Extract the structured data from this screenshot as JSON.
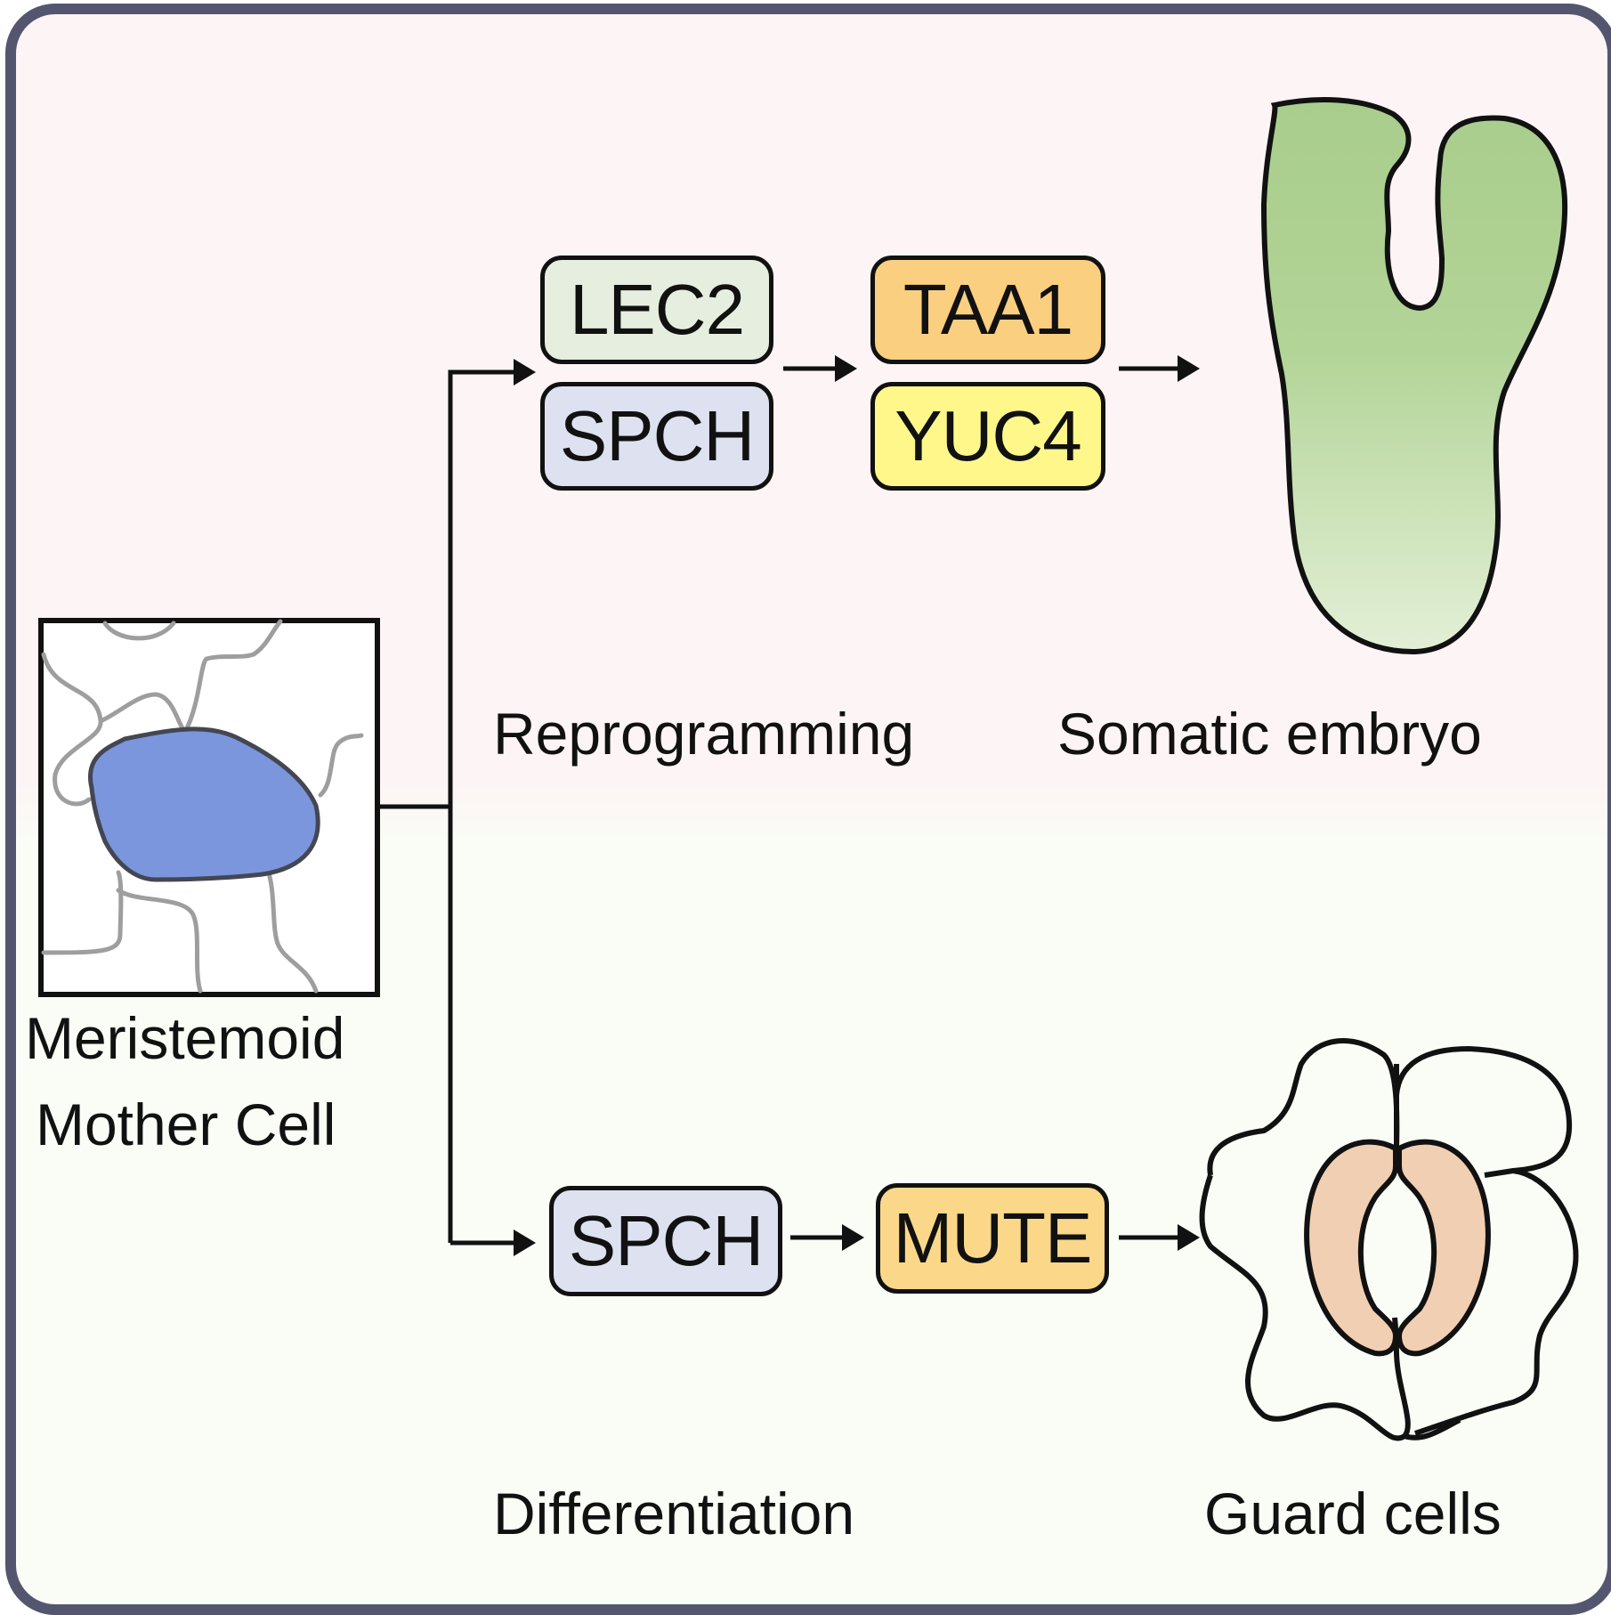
{
  "colors": {
    "frame_border": "#545670",
    "background_top": "#fdf4f5",
    "background_bottom": "#fafcf6",
    "nucleus": "#7b96dd",
    "embryo_top": "#a9cd8c",
    "embryo_bottom": "#e3efd6",
    "guard_cell": "#f1cfb3",
    "lec2_box": "#e6eedf",
    "spch_box": "#dde1f0",
    "taa1_box": "#fbcf80",
    "yuc4_box": "#fff78a",
    "mute_box": "#fbd889"
  },
  "source_cell": {
    "label_line1": "Meristemoid",
    "label_line2": "Mother Cell"
  },
  "reprogramming_pathway": {
    "stage1_genes": [
      "LEC2",
      "SPCH"
    ],
    "stage2_genes": [
      "TAA1",
      "YUC4"
    ],
    "process_label": "Reprogramming",
    "outcome_label": "Somatic embryo"
  },
  "differentiation_pathway": {
    "stage1_genes": [
      "SPCH"
    ],
    "stage2_genes": [
      "MUTE"
    ],
    "process_label": "Differentiation",
    "outcome_label": "Guard cells"
  }
}
